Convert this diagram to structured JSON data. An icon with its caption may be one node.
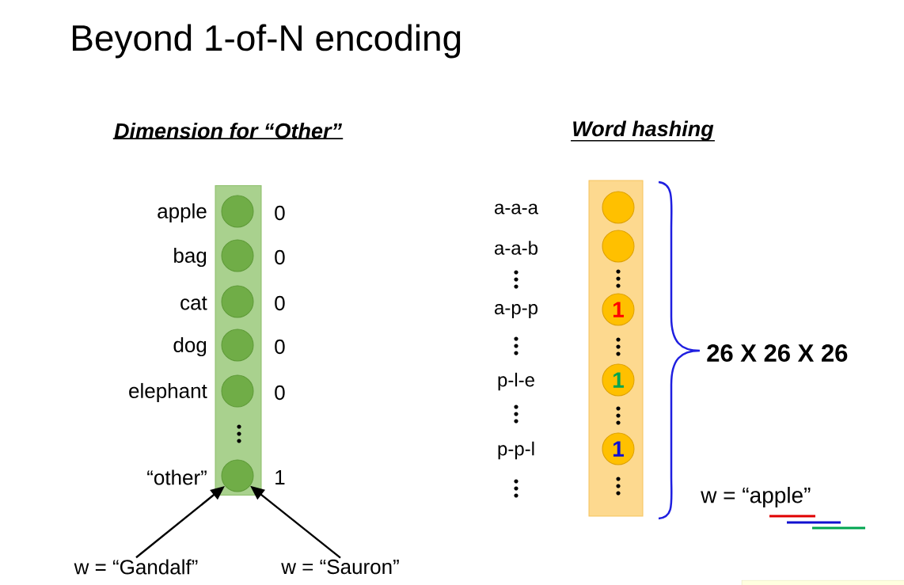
{
  "diagram": {
    "title": "Beyond 1-of-N encoding",
    "nodes": [
      {
        "text": [],
        "shape": "bar"
      },
      {
        "text": [],
        "shape": "circle",
        "in": 0,
        "beside": [
          "apple",
          "0"
        ]
      },
      {
        "text": [],
        "shape": "circle",
        "in": 0,
        "beside": [
          "bag",
          "0"
        ]
      },
      {
        "text": [],
        "shape": "circle",
        "in": 0,
        "beside": [
          "cat",
          "0"
        ]
      },
      {
        "text": [],
        "shape": "circle",
        "in": 0,
        "beside": [
          "dog",
          "0"
        ]
      },
      {
        "text": [],
        "shape": "circle",
        "in": 0,
        "beside": [
          "elephant",
          "0"
        ]
      },
      {
        "text": [],
        "shape": "circle",
        "in": 0,
        "beside": [
          "“other”",
          "1"
        ]
      },
      {
        "text": [
          "w = “Gandalf”"
        ]
      },
      {
        "text": [
          "w = “Sauron”"
        ]
      },
      {
        "text": [],
        "shape": "bar"
      },
      {
        "text": [],
        "shape": "circle",
        "in": 9,
        "beside": [
          "a-a-a"
        ]
      },
      {
        "text": [],
        "shape": "circle",
        "in": 9,
        "beside": [
          "a-a-b"
        ]
      },
      {
        "text": [
          "1"
        ],
        "in": 9,
        "beside": [
          "a-p-p"
        ]
      },
      {
        "text": [
          "1"
        ],
        "in": 9,
        "beside": [
          "p-l-e"
        ]
      },
      {
        "text": [
          "1"
        ],
        "in": 9,
        "beside": [
          "p-p-l"
        ]
      }
    ],
    "edges": [
      {
        "from": 7,
        "to": 6,
        "arrow": "to"
      },
      {
        "from": 8,
        "to": 6,
        "arrow": "to"
      }
    ],
    "labels": [
      "Dimension for “Other”",
      "Word hashing",
      "26 X 26 X 26",
      "w = “apple”"
    ]
  }
}
